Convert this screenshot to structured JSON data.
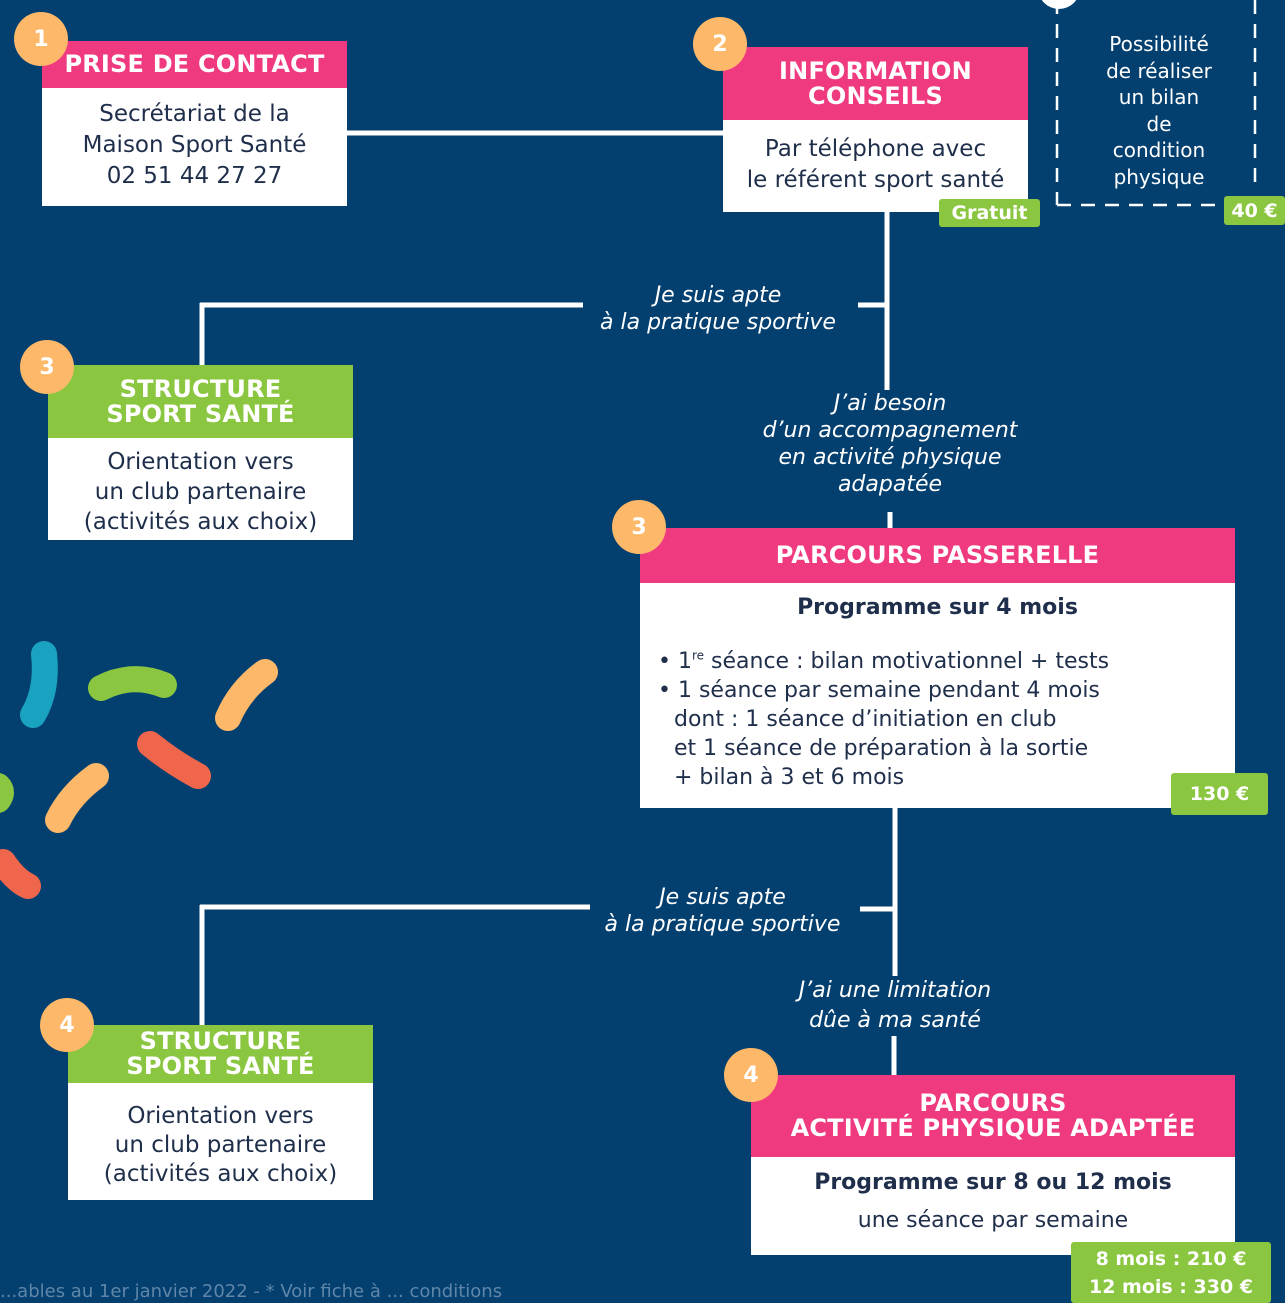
{
  "colors": {
    "background": "#034070",
    "pink": "#ef3a7f",
    "green": "#8bc641",
    "orange": "#fdb86a",
    "white": "#ffffff"
  },
  "step1": {
    "number": "1",
    "title": "PRISE DE CONTACT",
    "lines": [
      "Secrétariat de la",
      "Maison Sport Santé",
      "02 51 44 27 27"
    ]
  },
  "step2": {
    "number": "2",
    "title_lines": [
      "INFORMATION",
      "CONSEILS"
    ],
    "lines": [
      "Par téléphone avec",
      "le référent sport santé"
    ],
    "price": "Gratuit"
  },
  "tip": {
    "icon": "lightbulb-icon",
    "lines": [
      "Possibilité",
      "de réaliser",
      "un bilan",
      "de",
      "condition",
      "physique"
    ],
    "price": "40 €"
  },
  "branch_apte_1": [
    "Je suis apte",
    "à la pratique sportive"
  ],
  "branch_besoin": [
    "J’ai besoin",
    "d’un accompagnement",
    "en activité physique",
    "adapatée"
  ],
  "step3_structure": {
    "number": "3",
    "title_lines": [
      "STRUCTURE",
      "SPORT SANTÉ"
    ],
    "lines": [
      "Orientation vers",
      "un club partenaire",
      "(activités aux choix)"
    ]
  },
  "step3_parcours": {
    "number": "3",
    "title": "PARCOURS PASSERELLE",
    "subtitle": "Programme sur 4 mois",
    "bullet1_pre": "• 1",
    "bullet1_sup": "re",
    "bullet1_post": " séance : bilan motivationnel + tests",
    "bullet_lines": [
      "• 1 séance par semaine pendant 4 mois",
      "  dont : 1 séance d’initiation en club",
      "  et 1 séance de préparation à la sortie",
      "  + bilan à 3 et 6 mois"
    ],
    "price": "130 €"
  },
  "branch_apte_2": [
    "Je suis apte",
    "à la pratique sportive"
  ],
  "branch_limitation": [
    "J’ai une limitation",
    "dûe à ma santé"
  ],
  "step4_structure": {
    "number": "4",
    "title_lines": [
      "STRUCTURE",
      "SPORT SANTÉ"
    ],
    "lines": [
      "Orientation vers",
      "un club partenaire",
      "(activités aux choix)"
    ]
  },
  "step4_parcours": {
    "number": "4",
    "title_lines": [
      "PARCOURS",
      "ACTIVITÉ PHYSIQUE ADAPTÉE"
    ],
    "subtitle": "Programme sur 8 ou 12 mois",
    "line": "une séance par semaine",
    "price_lines": [
      "8 mois : 210 €",
      "12 mois : 330 €"
    ]
  },
  "footnote": "...ables au 1er janvier 2022 - * Voir fiche à ... conditions"
}
